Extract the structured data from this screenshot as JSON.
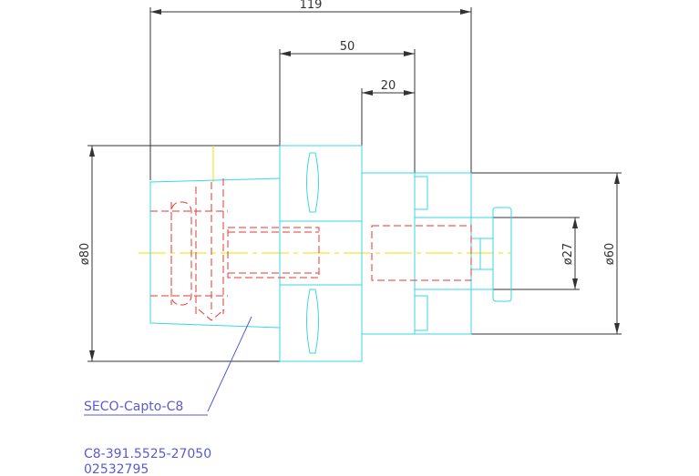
{
  "drawing": {
    "dimensions": {
      "overall_length": "119",
      "flange_length": "50",
      "collar_length": "20",
      "body_diameter": "ø80",
      "shank_diameter": "ø27",
      "collar_diameter": "ø60"
    },
    "leader_label": "SECO-Capto-C8",
    "part_number": "C8-391.5525-27050",
    "order_code": "02532795",
    "colors": {
      "outline": "#3ad6e6",
      "hidden_lines": "#e53935",
      "centerline": "#e6e600",
      "dimension": "#333333",
      "label": "#5a5ad6"
    }
  }
}
